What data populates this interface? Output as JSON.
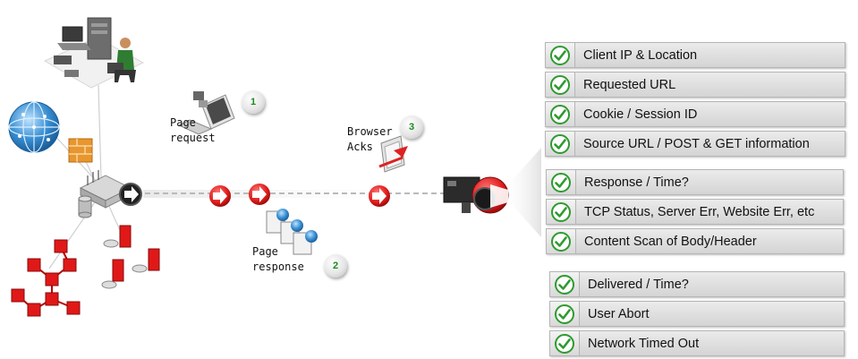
{
  "steps": [
    {
      "number": "1",
      "label_line1": "Page",
      "label_line2": "request"
    },
    {
      "number": "2",
      "label_line1": "Page",
      "label_line2": "response"
    },
    {
      "number": "3",
      "label_line1": "Browser",
      "label_line2": "Acks"
    }
  ],
  "groups": [
    {
      "items": [
        "Client IP & Location",
        "Requested URL",
        "Cookie / Session ID",
        "Source URL / POST & GET information"
      ]
    },
    {
      "items": [
        "Response / Time?",
        "TCP Status, Server Err, Website Err, etc",
        "Content Scan of Body/Header"
      ]
    },
    {
      "items": [
        "Delivered / Time?",
        "User Abort",
        "Network Timed Out"
      ]
    }
  ],
  "colors": {
    "check_green": "#2f9a2f",
    "arrow_red": "#e02020",
    "network_red": "#e01818",
    "globe_blue": "#2a7fc4",
    "row_border": "#b5b5b5"
  },
  "icons": [
    "workstation-cluster-icon",
    "globe-icon",
    "firewall-icon",
    "router-icon",
    "database-icon",
    "network-topology-icon",
    "server-rack-icon",
    "laptop-icon",
    "web-pages-icon",
    "monitor-icon",
    "camera-sniffer-icon",
    "arrow-right-icon"
  ]
}
